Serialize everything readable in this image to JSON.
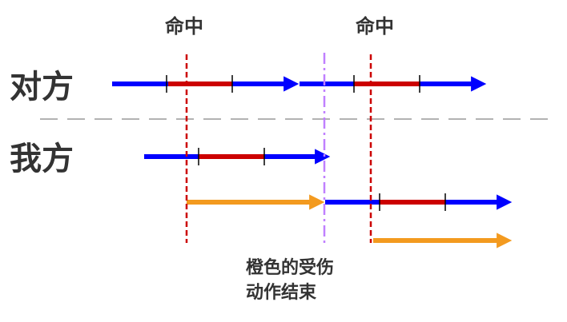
{
  "hit_labels": [
    "命中",
    "命中"
  ],
  "rows": {
    "opponent": "对方",
    "self": "我方"
  },
  "note": [
    "橙色的受伤",
    "动作结束"
  ],
  "colors": {
    "move": "#0000ff",
    "active": "#cc0000",
    "hurt": "#f39a1f",
    "hit_marker": "#cc0000",
    "end_marker": "#c080ff",
    "separator": "#999999",
    "text": "#333333"
  }
}
